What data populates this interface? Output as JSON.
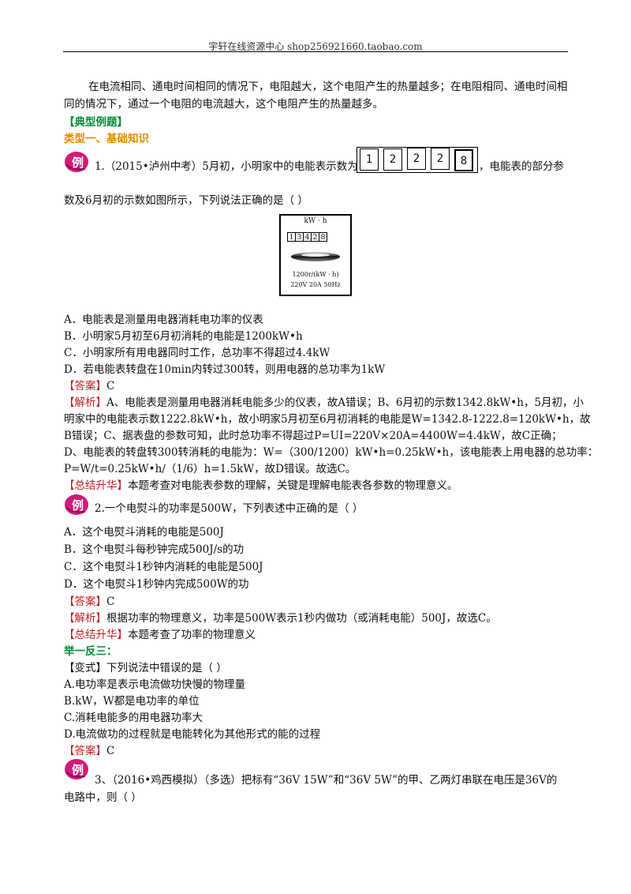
{
  "header": {
    "text": "宇轩在线资源中心   shop256921660.taobao.com"
  },
  "intro": {
    "line1": "在电流相同、通电时间相同的情况下，电阻越大，这个电阻产生的热量越多；在电阻相同、通电时间相",
    "line2": "同的情况下，通过一个电阻的电流越大，这个电阻产生的热量越多。"
  },
  "section_title": "【典型例题】",
  "type_title": "类型一、基础知识",
  "badge_char": "例",
  "q1": {
    "stem_a": "1.（2015•泸州中考）5月初，小明家中的电能表示数为",
    "meter_digits": [
      "1",
      "2",
      "2",
      "2",
      "8"
    ],
    "stem_b": "，电能表的部分参",
    "stem_c": "数及6月初的示数如图所示，下列说法正确的是（      ）",
    "figure": {
      "unit": "kW · h",
      "digits": [
        "1",
        "3",
        "4",
        "2",
        "8"
      ],
      "spec1": "1200r/(kW · h)",
      "spec2": "220V  20A  50Hz"
    },
    "options": [
      "A．电能表是测量用电器消耗电功率的仪表",
      "B．小明家5月初至6月初消耗的电能是1200kW•h",
      "C．小明家所有用电器同时工作，总功率不得超过4.4kW",
      "D．若电能表转盘在10min内转过300转，则用电器的总功率为1kW"
    ],
    "answer_tag": "【答案】",
    "answer": "C",
    "analysis_tag": "【解析】",
    "analysis": [
      "A、电能表是测量用电器消耗电能多少的仪表，故A错误；B、6月初的示数1342.8kW•h，5月初，小",
      "明家中的电能表示数1222.8kW•h，故小明家5月初至6月初消耗的电能是W=1342.8-1222.8=120kW•h，故",
      "B错误；C、据表盘的参数可知，此时总功率不得超过P=UI=220V×20A=4400W=4.4kW，故C正确；",
      "D、电能表的转盘转300转消耗的电能为：W=（300/1200）kW•h=0.25kW•h，该电能表上用电器的总功率：",
      "P=W/t=0.25kW•h/（1/6）h=1.5kW，故D错误。故选C。"
    ],
    "summary_tag": "【总结升华】",
    "summary": "本题考查对电能表参数的理解，关键是理解电能表各参数的物理意义。"
  },
  "q2": {
    "stem": "2.一个电熨斗的功率是500W，下列表述中正确的是（    ）",
    "options": [
      "A．这个电熨斗消耗的电能是500J",
      "B．这个电熨斗每秒钟完成500J/s的功",
      "C．这个电熨斗1秒钟内消耗的电能是500J",
      "D．这个电熨斗1秒钟内完成500W的功"
    ],
    "answer_tag": "【答案】",
    "answer": "C",
    "analysis_tag": "【解析】",
    "analysis": "根据功率的物理意义，功率是500W表示1秒内做功（或消耗电能）500J，故选C。",
    "summary_tag": "【总结升华】",
    "summary": "本题考查了功率的物理意义"
  },
  "practice_title": "举一反三：",
  "variant": {
    "stem": "【变式】下列说法中错误的是（    ）",
    "options": [
      "A.电功率是表示电流做功快慢的物理量",
      "B.kW，W都是电功率的单位",
      "C.消耗电能多的用电器功率大",
      "D.电流做功的过程就是电能转化为其他形式的能的过程"
    ],
    "answer_tag": "【答案】",
    "answer": "C"
  },
  "q3": {
    "stem_a": "3、（2016•鸡西模拟）（多选）把标有“36V   15W”和“36V   5W”的甲、乙两灯串联在电压是36V的",
    "stem_b": "电路中，则（      ）"
  }
}
